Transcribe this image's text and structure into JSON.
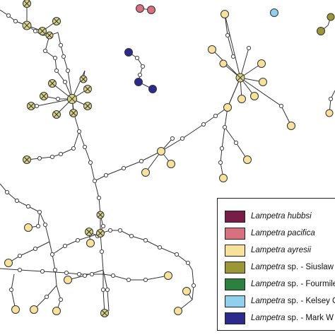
{
  "colors": {
    "hubbsi": "#7a1c4a",
    "pacifica": "#d97080",
    "ayresii": "#f7e19b",
    "siuslaw": "#9b9636",
    "fourmile": "#2c8040",
    "kelsey": "#8fd0ee",
    "markwest": "#2d2a8e",
    "median": "#ffffff",
    "crossed": "#d8d383",
    "edge": "#333333"
  },
  "legend": {
    "items": [
      {
        "genus": "Lampetra hubbsi",
        "rest": "",
        "color": "#7a1c4a"
      },
      {
        "genus": "Lampetra pacifica",
        "rest": "",
        "color": "#d97080"
      },
      {
        "genus": "Lampetra ayresii",
        "rest": "",
        "color": "#f7e19b"
      },
      {
        "genus": "Lampetra",
        "rest": " sp. - Siuslaw",
        "color": "#9b9636"
      },
      {
        "genus": "Lampetra",
        "rest": " sp. - Fourmile",
        "color": "#2c8040"
      },
      {
        "genus": "Lampetra",
        "rest": " sp. - Kelsey C",
        "color": "#8fd0ee"
      },
      {
        "genus": "Lampetra",
        "rest": " sp. - Mark W",
        "color": "#2d2a8e"
      }
    ]
  }
}
